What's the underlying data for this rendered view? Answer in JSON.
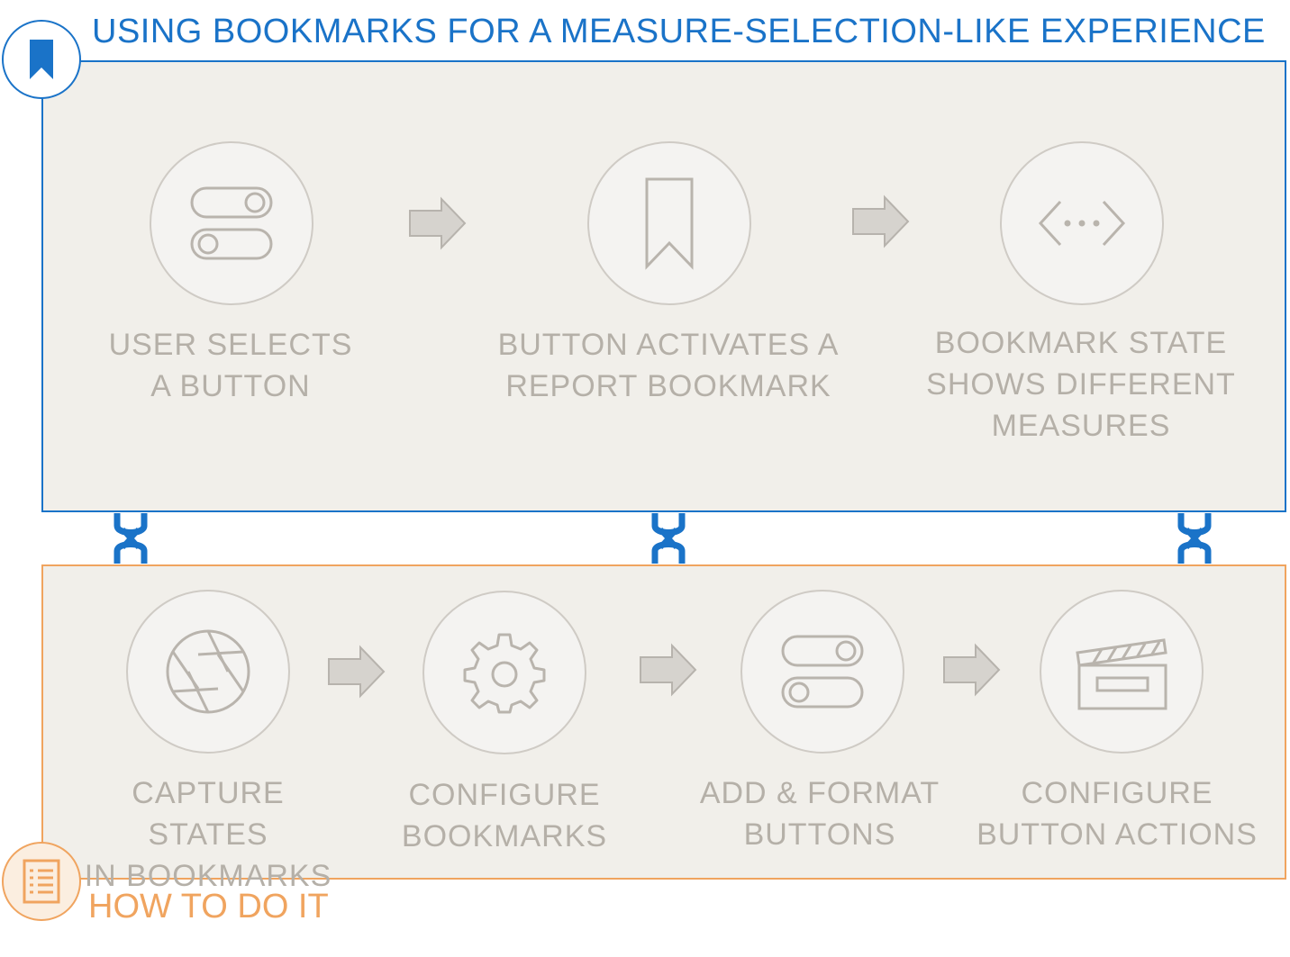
{
  "colors": {
    "blue": "#1a73c8",
    "orange": "#f0a45f",
    "panel_bg": "#f1efea",
    "circle_fill": "#f4f3f1",
    "icon_stroke": "#b9b4ad",
    "label_text": "#b5b0a8",
    "arrow_fill": "#d6d3ce",
    "arrow_stroke": "#b7b3ad"
  },
  "header": {
    "title": "USING BOOKMARKS FOR A MEASURE-SELECTION-LIKE EXPERIENCE",
    "badge_icon": "bookmark-icon"
  },
  "footer": {
    "title": "HOW TO DO IT",
    "badge_icon": "checklist-icon"
  },
  "flow_top": {
    "steps": [
      {
        "icon": "toggle-switches-icon",
        "label": "USER SELECTS\nA BUTTON"
      },
      {
        "icon": "bookmark-outline-icon",
        "label": "BUTTON ACTIVATES A\nREPORT BOOKMARK"
      },
      {
        "icon": "code-dots-icon",
        "label": "BOOKMARK STATE\nSHOWS DIFFERENT\nMEASURES"
      }
    ]
  },
  "flow_bottom": {
    "steps": [
      {
        "icon": "camera-aperture-icon",
        "label": "CAPTURE STATES\nIN BOOKMARKS"
      },
      {
        "icon": "gear-icon",
        "label": "CONFIGURE\nBOOKMARKS"
      },
      {
        "icon": "toggle-switches-icon",
        "label": "ADD & FORMAT\nBUTTONS"
      },
      {
        "icon": "clapperboard-icon",
        "label": "CONFIGURE\nBUTTON ACTIONS"
      }
    ]
  },
  "connectors": {
    "icon": "chain-link-icon"
  }
}
